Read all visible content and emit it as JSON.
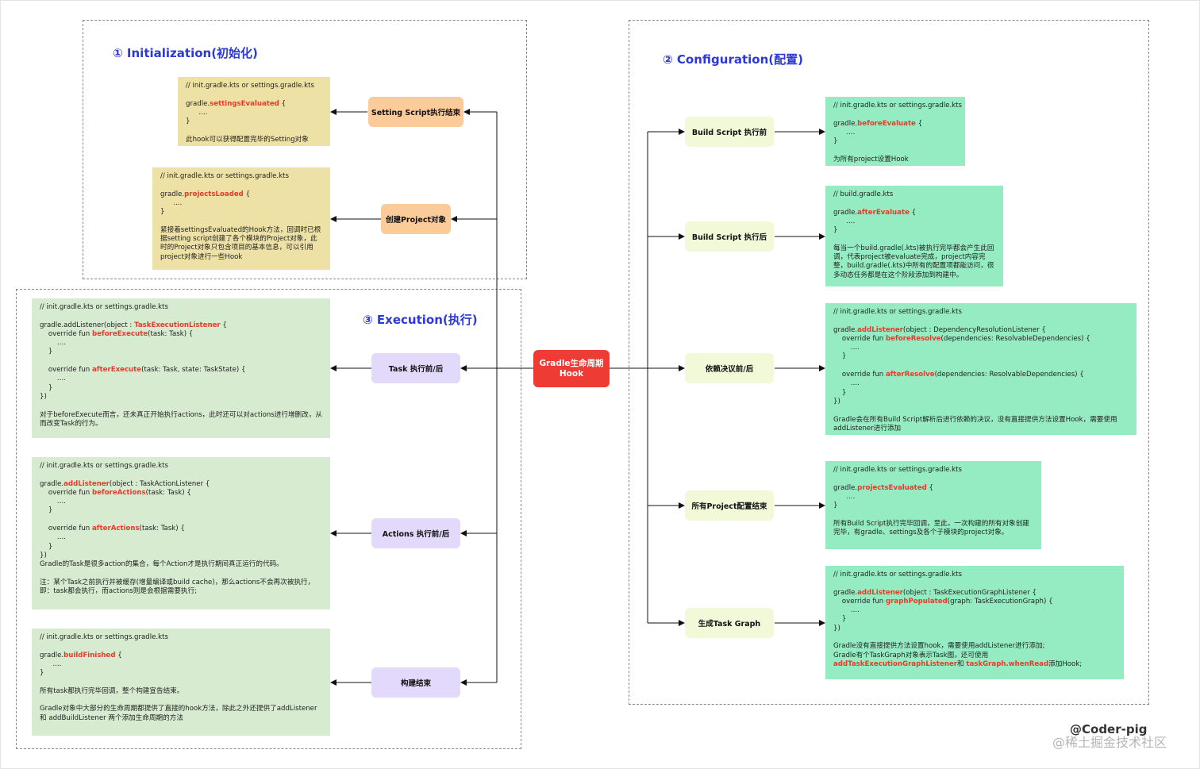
{
  "sections": {
    "init": {
      "title": "① Initialization(初始化)"
    },
    "config": {
      "title": "② Configuration(配置)"
    },
    "exec": {
      "title": "③ Execution(执行)"
    }
  },
  "center": {
    "line1": "Gradle生命周期",
    "line2": "Hook"
  },
  "nodes": {
    "setting_script": "Setting Script执行结束",
    "create_project": "创建Project对象",
    "task": "Task 执行前/后",
    "actions": "Actions 执行前/后",
    "build_finished": "构建结束",
    "before_build_script": "Build Script 执行前",
    "after_build_script": "Build Script 执行后",
    "dependency": "依赖决议前/后",
    "projects_configured": "所有Project配置结束",
    "task_graph": "生成Task Graph"
  },
  "notes": {
    "settings_evaluated": {
      "l1": "// init.gradle.kts or settings.gradle.kts",
      "l2a": "gradle.",
      "l2b": "settingsEvaluated",
      "l2c": " {",
      "l3": "      ....",
      "l4": "}",
      "l5": "此hook可以获得配置完毕的Setting对象"
    },
    "projects_loaded": {
      "l1": "// init.gradle.kts or settings.gradle.kts",
      "l2a": "gradle.",
      "l2b": "projectsLoaded",
      "l2c": " {",
      "l3": "      ....",
      "l4": "}",
      "l5": "紧接着settingsEvaluated的Hook方法，回调时已根据setting script创建了各个模块的Project对象，此时的Project对象只包含项目的基本信息，可以引用project对象进行一些Hook"
    },
    "task_listener": {
      "l1": "// init.gradle.kts or settings.gradle.kts",
      "l2a": "gradle.addListener(object : ",
      "l2b": "TaskExecutionListener",
      "l2c": " {",
      "l3a": "    override fun ",
      "l3b": "beforeExecute",
      "l3c": "(task: Task) {",
      "l4": "        ....",
      "l5": "    }",
      "l6a": "    override fun ",
      "l6b": "afterExecute",
      "l6c": "(task: Task, state: TaskState) {",
      "l7": "        ....",
      "l8": "    }",
      "l9": "})",
      "l10": "对于beforeExecute而言，还未真正开始执行actions，此时还可以对actions进行增删改，从而改变Task的行为。"
    },
    "actions_listener": {
      "l1": "// init.gradle.kts or settings.gradle.kts",
      "l2a": "gradle.",
      "l2b": "addListener",
      "l2c": "(object : TaskActionListener {",
      "l3a": "    override fun ",
      "l3b": "beforeActions",
      "l3c": "(task: Task) {",
      "l4": "        ....",
      "l5": "    }",
      "l6a": "    override fun ",
      "l6b": "afterActions",
      "l6c": "(task: Task) {",
      "l7": "        ....",
      "l8": "    }",
      "l9": "})",
      "l10": "Gradle的Task是很多action的集合，每个Action才是执行期间真正运行的代码。",
      "l11": "注：某个Task之前执行并被缓存(增量编译或build cache)，那么actions不会再次被执行，即：task都会执行，而actions则是会根据需要执行;"
    },
    "build_finished": {
      "l1": "// init.gradle.kts or settings.gradle.kts",
      "l2a": "gradle.",
      "l2b": "buildFinished",
      "l2c": " {",
      "l3": "      ....",
      "l4": "}",
      "l5": "所有task都执行完毕回调，整个构建宣告结束。",
      "l6": "Gradle对象中大部分的生命周期都提供了直接的hook方法，除此之外还提供了addListener 和 addBuildListener 两个添加生命周期的方法"
    },
    "before_evaluate": {
      "l1": "// init.gradle.kts or settings.gradle.kts",
      "l2a": "gradle.",
      "l2b": "beforeEvaluate",
      "l2c": " {",
      "l3": "      ....",
      "l4": "}",
      "l5": "为所有project设置Hook"
    },
    "after_evaluate": {
      "l1": "// build.gradle.kts",
      "l2a": "gradle.",
      "l2b": "afterEvaluate",
      "l2c": " {",
      "l3": "      ....",
      "l4": "}",
      "l5": "每当一个build.gradle(.kts)被执行完毕都会产生此回调，代表project被evaluate完成，project内容完整，build.gradle(.kts)中所有的配置项都能访问，很多动态任务都是在这个阶段添加到构建中。"
    },
    "dependency_listener": {
      "l1": "// init.gradle.kts or settings.gradle.kts",
      "l2a": "gradle.",
      "l2b": "addListener",
      "l2c": "(object : DependencyResolutionListener {",
      "l3a": "    override fun ",
      "l3b": "beforeResolve",
      "l3c": "(dependencies: ResolvableDependencies) {",
      "l4": "        ....",
      "l5": "    }",
      "l6a": "    override fun ",
      "l6b": "afterResolve",
      "l6c": "(dependencies: ResolvableDependencies) {",
      "l7": "        ....",
      "l8": "    }",
      "l9": "})",
      "l10": "Gradle会在所有Build Script解析后进行依赖的决议，没有直接提供方法设置Hook，需要使用addListener进行添加"
    },
    "projects_evaluated": {
      "l1": "// init.gradle.kts or settings.gradle.kts",
      "l2a": "gradle.",
      "l2b": "projectsEvaluated",
      "l2c": " {",
      "l3": "      ....",
      "l4": "}",
      "l5": "所有Build Script执行完毕回调，至此，一次构建的所有对象创建完毕，有gradle、settings及各个子模块的project对象。"
    },
    "graph_listener": {
      "l1": "// init.gradle.kts or settings.gradle.kts",
      "l2a": "gradle.",
      "l2b": "addListener",
      "l2c": "(object : TaskExecutionGraphListener {",
      "l3a": "    override fun ",
      "l3b": "graphPopulated",
      "l3c": "(graph: TaskExecutionGraph) {",
      "l4": "        ....",
      "l5": "    }",
      "l6": "})",
      "l7": "Gradle没有直接提供方法设置hook，需要使用addListener进行添加;",
      "l8": "Gradle有个TaskGraph对象表示Task图，还可使用",
      "l9a": "addTaskExecutionGraphListener",
      "l9b": "和 ",
      "l9c": "taskGraph.whenRead",
      "l9d": "添加Hook;"
    }
  },
  "watermark": {
    "author": "@Coder-pig",
    "site": "@稀土掘金技术社区"
  }
}
